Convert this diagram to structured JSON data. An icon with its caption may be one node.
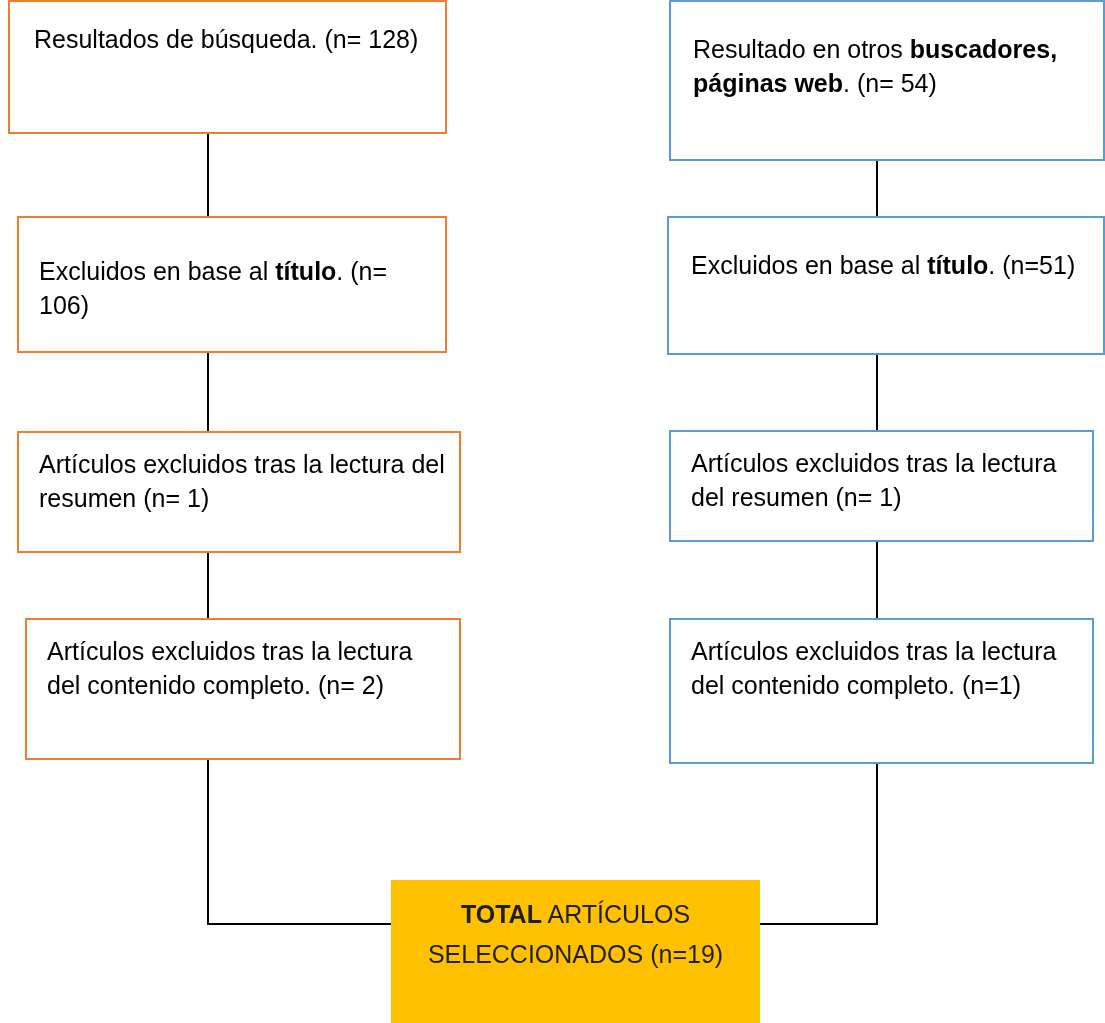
{
  "diagram": {
    "nodes": [
      {
        "text": [
          "Resultados de búsqueda. (n= 128)"
        ]
      },
      {
        "text": [
          "Excluidos en base al **título**. (n= 106)"
        ]
      },
      {
        "text": [
          "Artículos excluidos tras la lectura del resumen (n= 1)"
        ]
      },
      {
        "text": [
          "Artículos excluidos tras la lectura del contenido completo. (n= 2)"
        ]
      },
      {
        "text": [
          "Resultado en otros **buscadores, páginas web**. (n= 54)"
        ]
      },
      {
        "text": [
          "Excluidos en base al **título**. (n=51)"
        ]
      },
      {
        "text": [
          "Artículos excluidos tras la lectura del resumen (n= 1)"
        ]
      },
      {
        "text": [
          "Artículos excluidos tras la lectura del contenido completo. (n=1)"
        ]
      },
      {
        "text": [
          "**TOTAL** ARTÍCULOS SELECCIONADOS (n=19)"
        ]
      }
    ],
    "edges": [
      {
        "from": 0,
        "to": 1,
        "arrow": "none"
      },
      {
        "from": 1,
        "to": 2,
        "arrow": "none"
      },
      {
        "from": 2,
        "to": 3,
        "arrow": "none"
      },
      {
        "from": 3,
        "to": 8,
        "arrow": "none"
      },
      {
        "from": 4,
        "to": 5,
        "arrow": "none"
      },
      {
        "from": 5,
        "to": 6,
        "arrow": "none"
      },
      {
        "from": 6,
        "to": 7,
        "arrow": "none"
      },
      {
        "from": 7,
        "to": 8,
        "arrow": "none"
      }
    ]
  }
}
